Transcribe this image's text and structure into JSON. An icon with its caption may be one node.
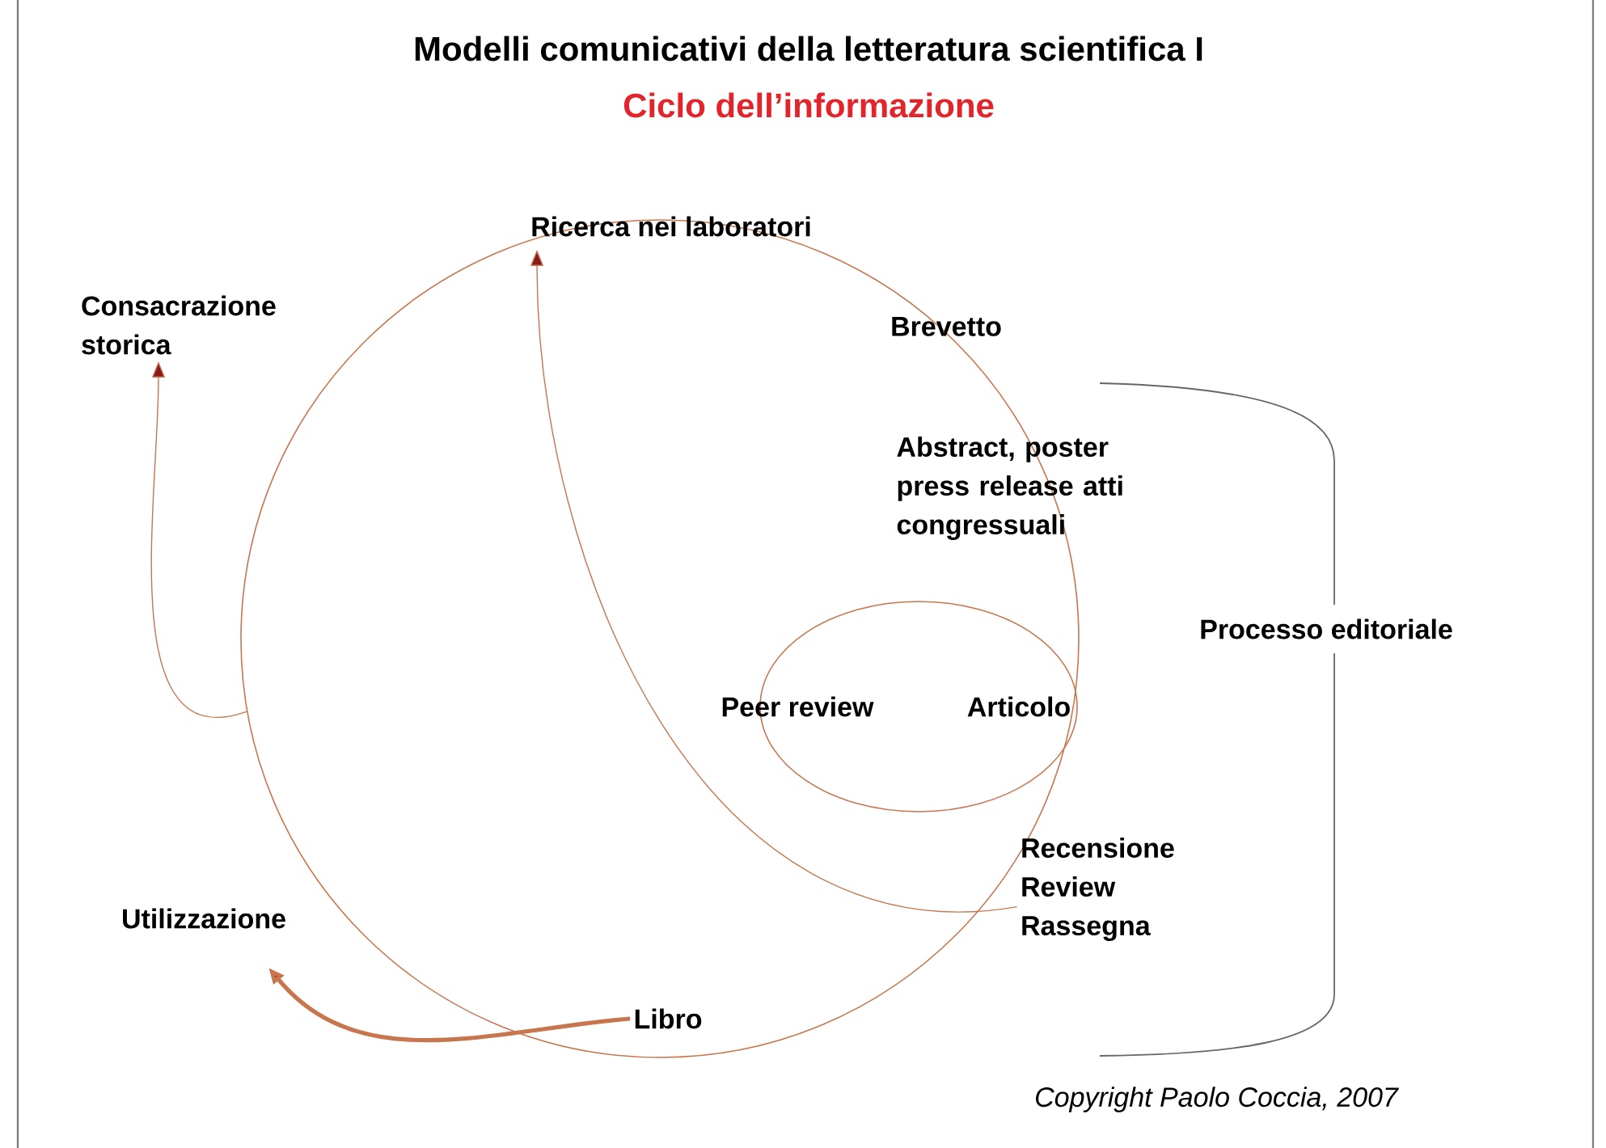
{
  "diagram": {
    "title": "Modelli comunicativi della letteratura scientifica I",
    "caption": "Copyright Paolo Coccia, 2007",
    "nodes": [
      {
        "text": [
          "Ricerca nei laboratori"
        ]
      },
      {
        "text": [
          "Consacrazione storica"
        ]
      },
      {
        "text": [],
        "shape": "circle"
      },
      {
        "text": [
          "Peer review",
          "Articolo"
        ],
        "in": 2
      },
      {
        "text": [
          "Recensione Review Rassegna"
        ]
      },
      {
        "text": [
          "Utilizzazione"
        ]
      },
      {
        "text": [
          "Libro"
        ],
        "in": 2
      }
    ],
    "edges": [
      {
        "from": 2,
        "to": 1,
        "arrow": "to"
      },
      {
        "from": 4,
        "to": 0,
        "arrow": "to"
      },
      {
        "from": 6,
        "to": 5,
        "arrow": "to",
        "style": "thick"
      }
    ],
    "labels": [
      "Ciclo dell’informazione",
      "Brevetto",
      "Abstract, poster press release atti congressuali",
      "Processo editoriale"
    ]
  }
}
